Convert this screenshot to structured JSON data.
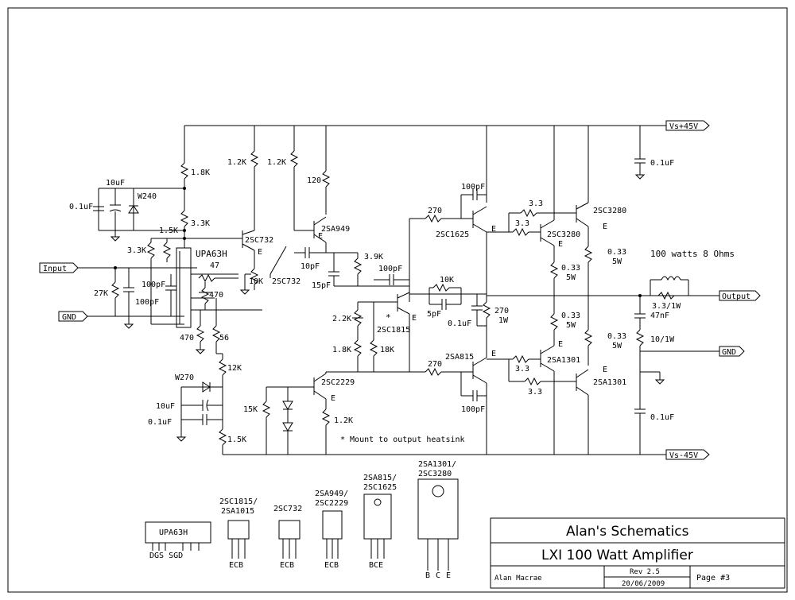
{
  "ports": {
    "vs_pos": "Vs+45V",
    "vs_neg": "Vs-45V",
    "input": "Input",
    "gnd_in": "GND",
    "output": "Output",
    "gnd_out": "GND"
  },
  "components": {
    "r_1k8a": "1.8K",
    "r_1k2a": "1.2K",
    "r_1k2b": "1.2K",
    "r_120": "120",
    "c_10uf": "10uF",
    "c_01uf_a": "0.1uF",
    "d_w240": "W240",
    "r_3k3a": "3.3K",
    "r_3k3b": "3.3K",
    "r_1k5a": "1.5K",
    "q_2sc732a": "2SC732",
    "q_2sa949": "2SA949",
    "q_2sc732b": "2SC732",
    "ic_upa63h": "UPA63H",
    "r_47": "47",
    "r_470a": "470",
    "r_10k_a": "10K",
    "c_10pf": "10pF",
    "c_15pf": "15pF",
    "r_3k9": "3.9K",
    "c_100pf_a": "100pF",
    "c_100pf_b": "100pF",
    "c_100pf_c": "100pF",
    "r_27k": "27K",
    "r_470b": "470",
    "r_56": "56",
    "r_12k": "12K",
    "d_w270": "W270",
    "c_10uf_b": "10uF",
    "c_01uf_b": "0.1uF",
    "r_1k5b": "1.5K",
    "r_15k": "15K",
    "q_2sc2229": "2SC2229",
    "r_1k2c": "1.2K",
    "r_2k2": "2.2K",
    "r_1k8b": "1.8K",
    "r_18k": "18K",
    "q_2sc1815": "2SC1815",
    "star": "*",
    "r_10k_b": "10K",
    "c_5pf": "5pF",
    "c_01uf_c": "0.1uF",
    "r_270_1w": "270",
    "r_270_1w_rating": "1W",
    "c_100pf_top": "100pF",
    "r_270a": "270",
    "q_2sc1625": "2SC1625",
    "r_33a": "3.3",
    "r_33b": "3.3",
    "q_2sc3280a": "2SC3280",
    "q_2sc3280b": "2SC3280",
    "r_033a": "0.33",
    "r_033a_rating": "5W",
    "r_033b": "0.33",
    "r_033b_rating": "5W",
    "r_033c": "0.33",
    "r_033c_rating": "5W",
    "r_033d": "0.33",
    "r_033d_rating": "5W",
    "c_01uf_top": "0.1uF",
    "c_01uf_bot": "0.1uF",
    "spec": "100 watts 8 Ohms",
    "l_out": "3.3/1W",
    "c_47nf": "47nF",
    "r_10_1w": "10/1W",
    "r_270b": "270",
    "q_2sa815": "2SA815",
    "c_100pf_bot": "100pF",
    "r_33c": "3.3",
    "r_33d": "3.3",
    "q_2sa1301a": "2SA1301",
    "q_2sa1301b": "2SA1301",
    "note": "* Mount to output heatsink",
    "emitter": "E"
  },
  "packages": {
    "upa63h": {
      "name": "UPA63H",
      "pins": "DGS SGD"
    },
    "to92a": {
      "name_line1": "2SC1815/",
      "name_line2": "2SA1015",
      "pins": "ECB"
    },
    "to92b": {
      "name_line1": "2SC732",
      "pins": "ECB"
    },
    "to126": {
      "name_line1": "2SA949/",
      "name_line2": "2SC2229",
      "pins": "ECB"
    },
    "to220": {
      "name_line1": "2SA815/",
      "name_line2": "2SC1625",
      "pins": "BCE"
    },
    "to3p": {
      "name_line1": "2SA1301/",
      "name_line2": "2SC3280",
      "pin_b": "B",
      "pin_c": "C",
      "pin_e": "E"
    }
  },
  "title_block": {
    "company": "Alan's Schematics",
    "title": "LXI 100 Watt Amplifier",
    "author": "Alan Macrae",
    "rev": "Rev 2.5",
    "date": "20/06/2009",
    "page": "Page #3"
  }
}
